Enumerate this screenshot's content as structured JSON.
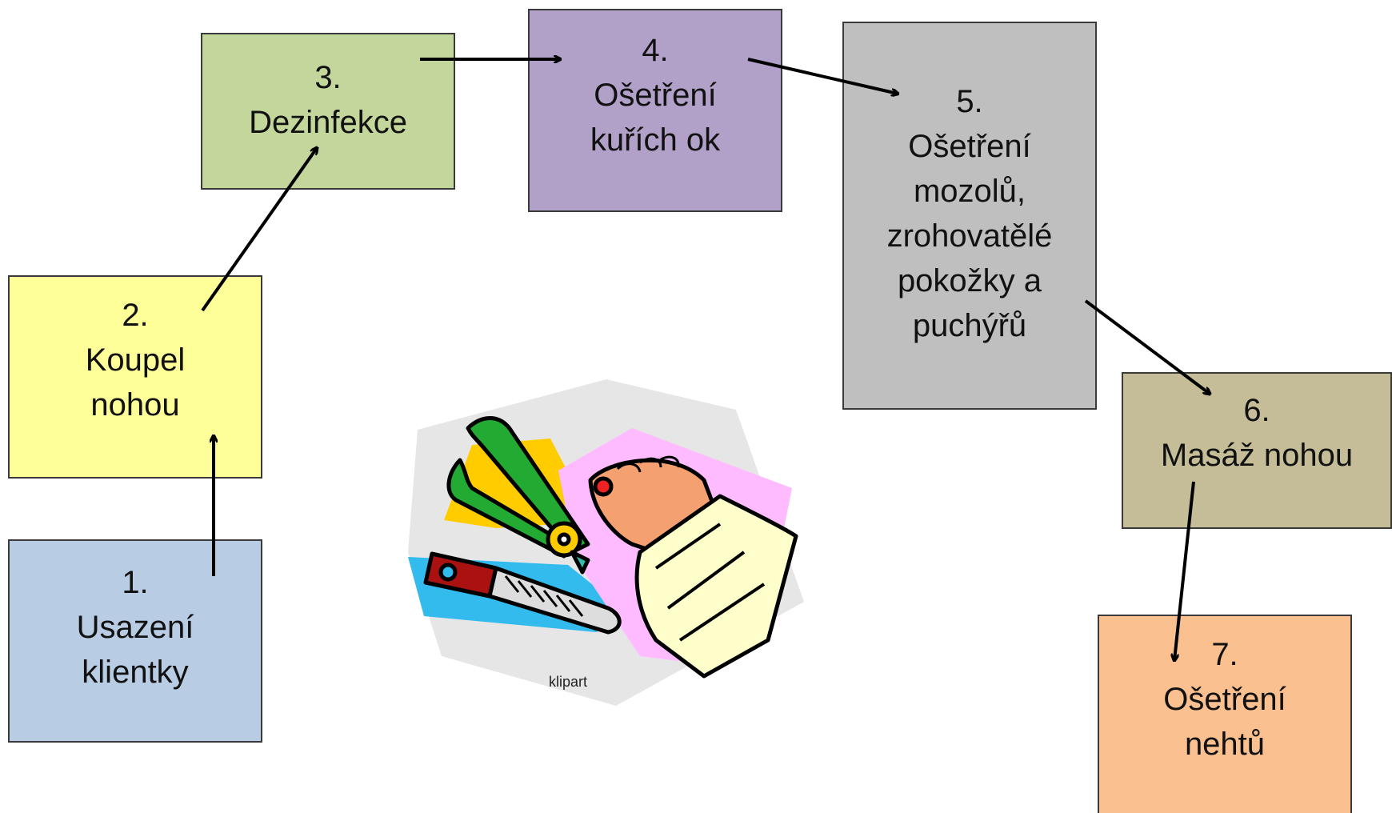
{
  "steps": [
    {
      "id": "s1",
      "number": "1.",
      "lines": [
        "Usazení",
        "klientky"
      ],
      "color": "#b8cce4"
    },
    {
      "id": "s2",
      "number": "2.",
      "lines": [
        "Koupel",
        "nohou"
      ],
      "color": "#ffff99"
    },
    {
      "id": "s3",
      "number": "3.",
      "lines": [
        "Dezinfekce"
      ],
      "color": "#c3d69b"
    },
    {
      "id": "s4",
      "number": "4.",
      "lines": [
        "Ošetření",
        "kuřích ok"
      ],
      "color": "#b1a0c7"
    },
    {
      "id": "s5",
      "number": "5.",
      "lines": [
        "Ošetření",
        "mozolů,",
        "zrohovatělé",
        "pokožky a",
        "puchýřů"
      ],
      "color": "#bfbfbf"
    },
    {
      "id": "s6",
      "number": "6.",
      "lines": [
        "Masáž nohou"
      ],
      "color": "#c4bd97"
    },
    {
      "id": "s7",
      "number": "7.",
      "lines": [
        "Ošetření",
        "nehtů"
      ],
      "color": "#fac090"
    }
  ],
  "clipart": {
    "caption": "klipart",
    "icons": [
      "nail-clipper-icon",
      "nail-file-icon",
      "foot-icon"
    ]
  }
}
